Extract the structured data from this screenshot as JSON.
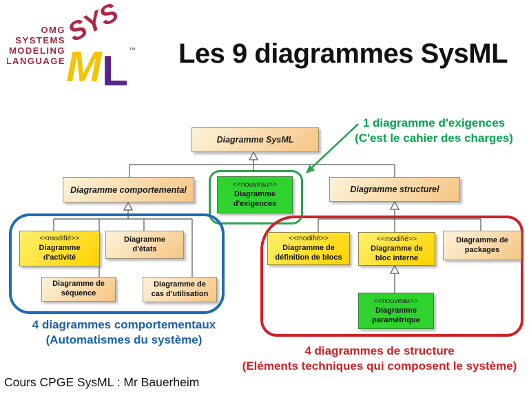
{
  "header": {
    "logo": {
      "line1": "OMG",
      "line2": "SYSTEMS",
      "line3": "MODELING",
      "line4": "LANGUAGE",
      "cube_top": "SYS",
      "cube_left": "M",
      "cube_right": "L",
      "trademark": "™"
    },
    "title": "Les 9 diagrammes SysML"
  },
  "tree": {
    "root": {
      "label": "Diagramme SysML"
    },
    "comportemental": {
      "label": "Diagramme comportemental"
    },
    "exigences": {
      "stereotype": "<<nouveau>>",
      "label": "Diagramme\nd'exigences"
    },
    "structurel": {
      "label": "Diagramme structurel"
    },
    "activite": {
      "stereotype": "<<modifié>>",
      "label": "Diagramme\nd'activité"
    },
    "etats": {
      "label": "Diagramme\nd'états"
    },
    "sequence": {
      "label": "Diagramme de\nséquence"
    },
    "cas_utilisation": {
      "label": "Diagramme de\ncas d'utilisation"
    },
    "definition_blocs": {
      "stereotype": "<<modifié>>",
      "label": "Diagramme de\ndéfinition de blocs"
    },
    "bloc_interne": {
      "stereotype": "<<modifié>>",
      "label": "Diagramme de\nbloc interne"
    },
    "packages": {
      "label": "Diagramme de\npackages"
    },
    "parametrique": {
      "stereotype": "<<nouveau>>",
      "label": "Diagramme\nparamétrique"
    }
  },
  "annotations": {
    "exigences": {
      "line1": "1 diagramme d'exigences",
      "line2": "(C'est le cahier des charges)"
    },
    "comportementaux": {
      "line1": "4 diagrammes comportementaux",
      "line2": "(Automatismes du système)"
    },
    "structure": {
      "line1": "4 diagrammes de structure",
      "line2": "(Eléments techniques qui composent le système)"
    }
  },
  "footer": {
    "credit": "Cours CPGE SysML : Mr Bauerheim"
  },
  "colors": {
    "title": "#111111",
    "peach1": "#fdf3da",
    "peach2": "#f6c584",
    "yellow1": "#fff06a",
    "yellow2": "#ffd200",
    "green-box": "#2ed32e",
    "blue-outline": "#1e6cb5",
    "red-outline": "#cf2127",
    "green-outline": "#2aa24e",
    "green-note": "#00a44f",
    "blue-note": "#1b5faa",
    "red-note": "#cf2127",
    "line": "#555555",
    "maroon": "#9e2742",
    "cube-yellow": "#f2c500",
    "cube-purple": "#55258b"
  }
}
